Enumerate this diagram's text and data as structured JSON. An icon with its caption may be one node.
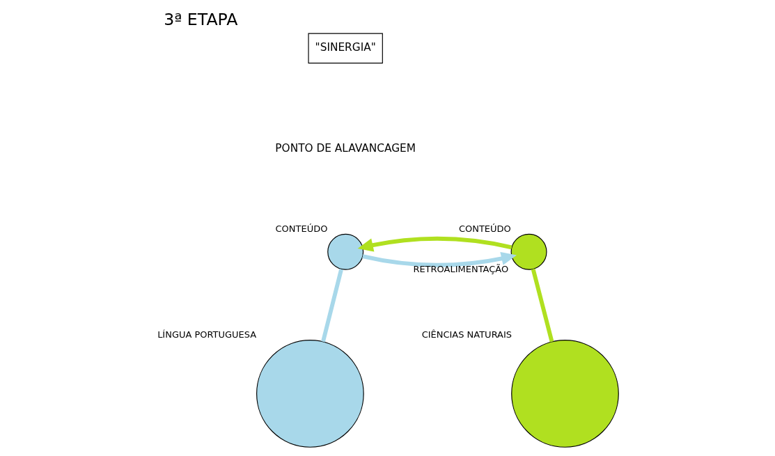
{
  "diagram": {
    "title": "3ª ETAPA",
    "nodes": [
      {
        "text": [
          "LÍNGUA PORTUGUESA"
        ]
      },
      {
        "text": [
          "CONTEÚDO"
        ]
      },
      {
        "text": [
          "CONTEÚDO"
        ]
      },
      {
        "text": [
          "CIÊNCIAS NATURAIS"
        ]
      }
    ],
    "edges": [
      {
        "from": 1,
        "to": 0,
        "arrow": "none",
        "color": "#a8d8ea"
      },
      {
        "from": 1,
        "to": 2,
        "arrow": "to",
        "label": "RETROALIMENTAÇÃO",
        "color": "#a8d8ea"
      },
      {
        "from": 2,
        "to": 1,
        "arrow": "to",
        "color": "#b0e020"
      },
      {
        "from": 2,
        "to": 3,
        "arrow": "none",
        "color": "#b0e020"
      }
    ],
    "labels": [
      "\"SINERGIA\"",
      "PONTO DE ALAVANCAGEM"
    ]
  }
}
